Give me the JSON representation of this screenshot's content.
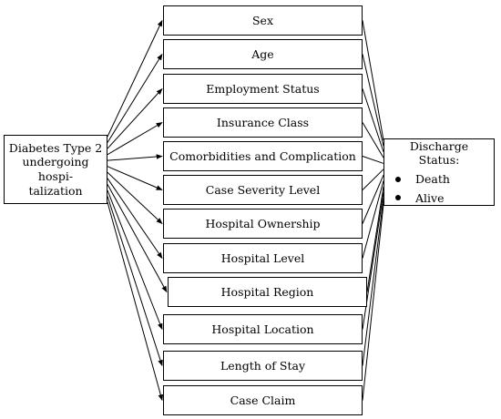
{
  "source": {
    "line1": "Diabetes Type 2",
    "line2": "undergoing hospi-",
    "line3": "talization"
  },
  "factors": [
    "Sex",
    "Age",
    "Employment Status",
    "Insurance Class",
    "Comorbidities and Complication",
    "Case Severity Level",
    "Hospital Ownership",
    "Hospital Level",
    "Hospital Region",
    "Hospital Location",
    "Length of Stay",
    "Case Claim"
  ],
  "outcome": {
    "title": "Discharge Status:",
    "items": [
      "Death",
      "Alive"
    ]
  }
}
